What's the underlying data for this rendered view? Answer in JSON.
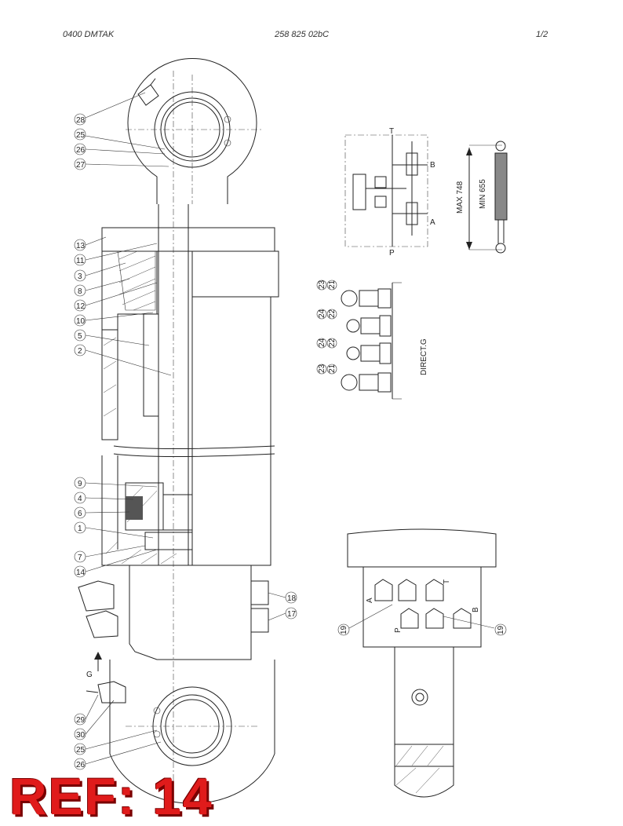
{
  "header": {
    "left": "0400   DMTAK",
    "center": "258 825 02bC",
    "right": "1/2"
  },
  "callouts_left_top": [
    "28",
    "25",
    "26",
    "27"
  ],
  "callouts_left_mid": [
    "13",
    "11",
    "3",
    "8",
    "12",
    "10",
    "5",
    "2"
  ],
  "callouts_left_low": [
    "9",
    "4",
    "6",
    "1",
    "7",
    "14"
  ],
  "callouts_left_bottom": [
    "29",
    "30",
    "25",
    "26"
  ],
  "callouts_right_ports": [
    "18",
    "17"
  ],
  "callouts_fittings": [
    "23",
    "21",
    "24",
    "22",
    "24",
    "22",
    "23",
    "21"
  ],
  "callouts_valve": [
    "19",
    "19"
  ],
  "schematic": {
    "t": "T",
    "b": "B",
    "a": "A",
    "p": "P"
  },
  "cylinder": {
    "max": "MAX 748",
    "min": "MIN 655"
  },
  "direct_label": "DIRECT.G",
  "arrow_label": "G",
  "valve_ports": {
    "a": "A",
    "t": "T",
    "b": "B",
    "p": "P"
  },
  "ref_label": "REF: 14",
  "colors": {
    "ref": "#e01b1b",
    "cylinder_body": "#888888"
  }
}
